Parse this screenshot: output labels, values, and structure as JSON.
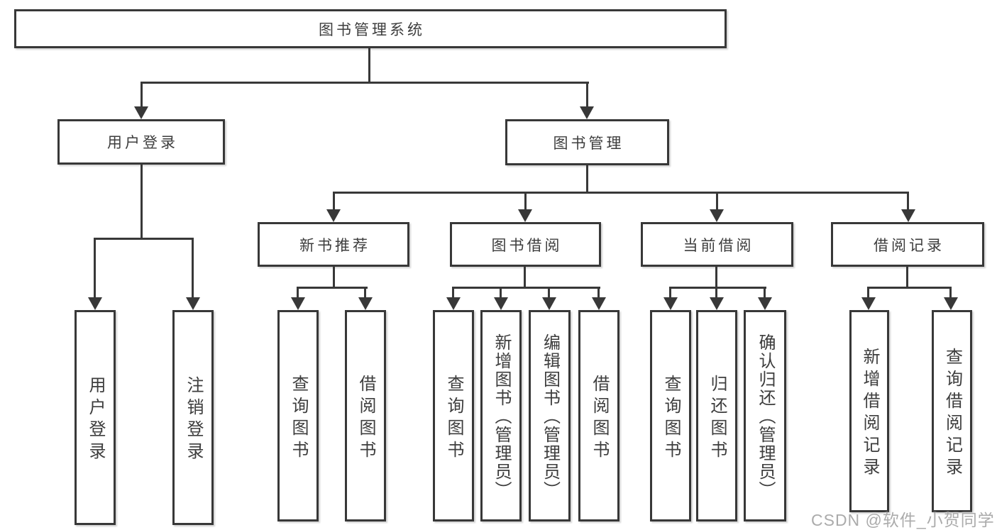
{
  "colors": {
    "background": "#ffffff",
    "line": "#383838",
    "text": "#3d3d3d",
    "box_bg": "#ffffff",
    "watermark": "#ababab"
  },
  "watermark": {
    "text": "CSDN @软件_小贺同学"
  },
  "tree": {
    "root": {
      "label": "图书管理系统"
    },
    "level2": [
      {
        "label": "用户登录",
        "children": [
          {
            "label": "用户登录"
          },
          {
            "label": "注销登录"
          }
        ]
      },
      {
        "label": "图书管理",
        "children": [
          {
            "label": "新书推荐",
            "children": [
              {
                "label": "查询图书"
              },
              {
                "label": "借阅图书"
              }
            ]
          },
          {
            "label": "图书借阅",
            "children": [
              {
                "label": "查询图书"
              },
              {
                "label": "新增图书（管理员）"
              },
              {
                "label": "编辑图书（管理员）"
              },
              {
                "label": "借阅图书"
              }
            ]
          },
          {
            "label": "当前借阅",
            "children": [
              {
                "label": "查询图书"
              },
              {
                "label": "归还图书"
              },
              {
                "label": "确认归还（管理员）"
              }
            ]
          },
          {
            "label": "借阅记录",
            "children": [
              {
                "label": "新增借阅记录"
              },
              {
                "label": "查询借阅记录"
              }
            ]
          }
        ]
      }
    ]
  }
}
